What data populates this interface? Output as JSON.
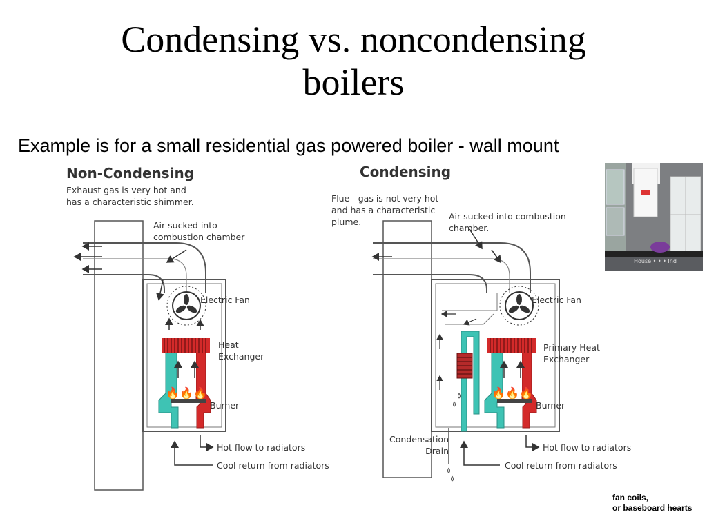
{
  "slide": {
    "title_line1": "Condensing vs. noncondensing",
    "title_line2": "boilers",
    "subtitle": "Example is for a small residential gas powered boiler - wall mount"
  },
  "non_condensing": {
    "heading": "Non-Condensing",
    "exhaust_line1": "Exhaust gas is very hot and",
    "exhaust_line2": "has a characteristic shimmer.",
    "air_line1": "Air sucked into",
    "air_line2": "combustion chamber",
    "fan": "Electric Fan",
    "hx_line1": "Heat",
    "hx_line2": "Exchanger",
    "burner": "Burner",
    "hot_flow": "Hot flow to radiators",
    "cool_return": "Cool return from radiators"
  },
  "condensing": {
    "heading": "Condensing",
    "flue_line1": "Flue - gas is not very hot",
    "flue_line2": "and has a characteristic",
    "flue_line3": "plume.",
    "air_line1": "Air sucked into combustion",
    "air_line2": "chamber.",
    "fan": "Electric Fan",
    "hx_line1": "Primary Heat",
    "hx_line2": "Exchanger",
    "burner": "Burner",
    "drain_line1": "Condensation",
    "drain_line2": "Drain",
    "hot_flow": "Hot flow to radiators",
    "cool_return": "Cool return from radiators"
  },
  "photo": {
    "watermark": "House • • • Ind"
  },
  "footnote": {
    "line1": "fan coils,",
    "line2": "or baseboard hearts"
  },
  "colors": {
    "hot_red": "#d32a2a",
    "cool_teal": "#3ec3b4",
    "line_gray": "#555555"
  }
}
